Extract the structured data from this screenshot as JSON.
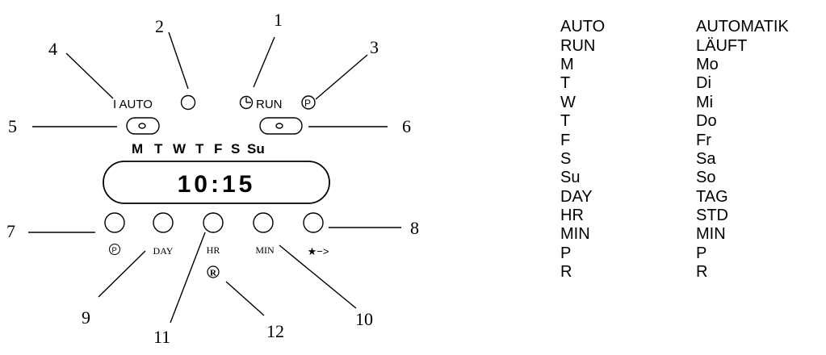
{
  "callouts": [
    "1",
    "2",
    "3",
    "4",
    "5",
    "6",
    "7",
    "8",
    "9",
    "10",
    "11",
    "12"
  ],
  "device": {
    "top_left_label": "I AUTO",
    "top_right_label": "RUN",
    "p_symbol": "P",
    "r_symbol": "R",
    "days": [
      "M",
      "T",
      "W",
      "T",
      "F",
      "S",
      "Su"
    ],
    "time": "10:15",
    "button_labels": {
      "day": "DAY",
      "hr": "HR",
      "min": "MIN",
      "star": "★−>"
    }
  },
  "legend": [
    {
      "en": "AUTO",
      "de": "AUTOMATIK"
    },
    {
      "en": "RUN",
      "de": "LÄUFT"
    },
    {
      "en": "M",
      "de": "Mo"
    },
    {
      "en": "T",
      "de": "Di"
    },
    {
      "en": "W",
      "de": "Mi"
    },
    {
      "en": "T",
      "de": "Do"
    },
    {
      "en": "F",
      "de": "Fr"
    },
    {
      "en": "S",
      "de": "Sa"
    },
    {
      "en": "Su",
      "de": "So"
    },
    {
      "en": "DAY",
      "de": "TAG"
    },
    {
      "en": "HR",
      "de": "STD"
    },
    {
      "en": "MIN",
      "de": "MIN"
    },
    {
      "en": "P",
      "de": "P"
    },
    {
      "en": "R",
      "de": "R"
    }
  ]
}
